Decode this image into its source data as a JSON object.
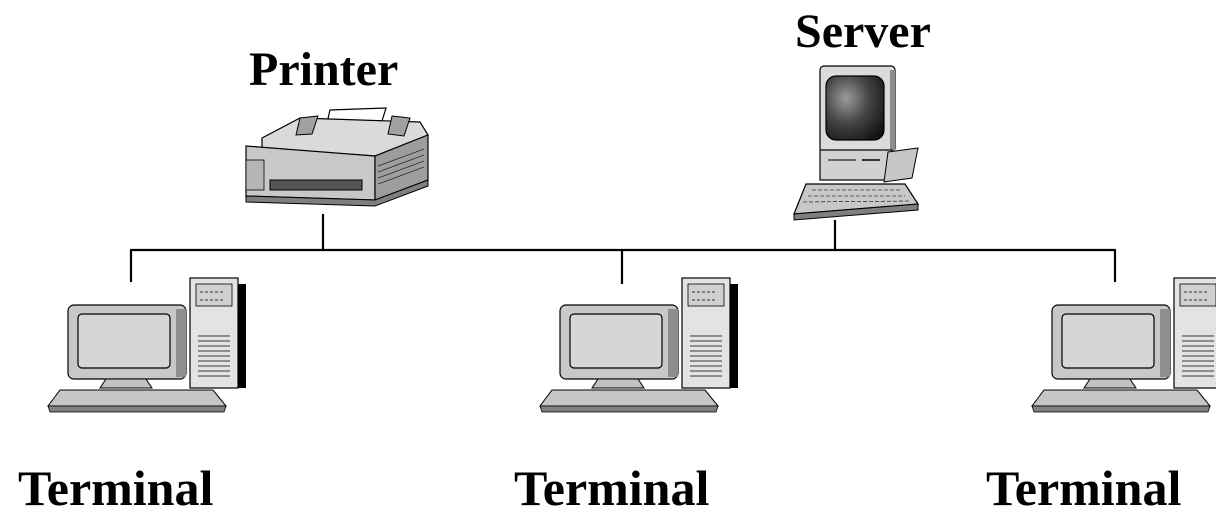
{
  "labels": {
    "printer": "Printer",
    "server": "Server",
    "terminal_1": "Terminal",
    "terminal_2": "Terminal",
    "terminal_3": "Terminal"
  },
  "colors": {
    "line": "#000000",
    "device_gray": "#c8cbc8",
    "device_light": "#e4e6e4",
    "device_dark": "#8a8d8a",
    "screen_dark": "#2b2b2b"
  },
  "icons": {
    "printer": "printer-icon",
    "server": "server-computer-icon",
    "terminal": "terminal-computer-icon"
  }
}
